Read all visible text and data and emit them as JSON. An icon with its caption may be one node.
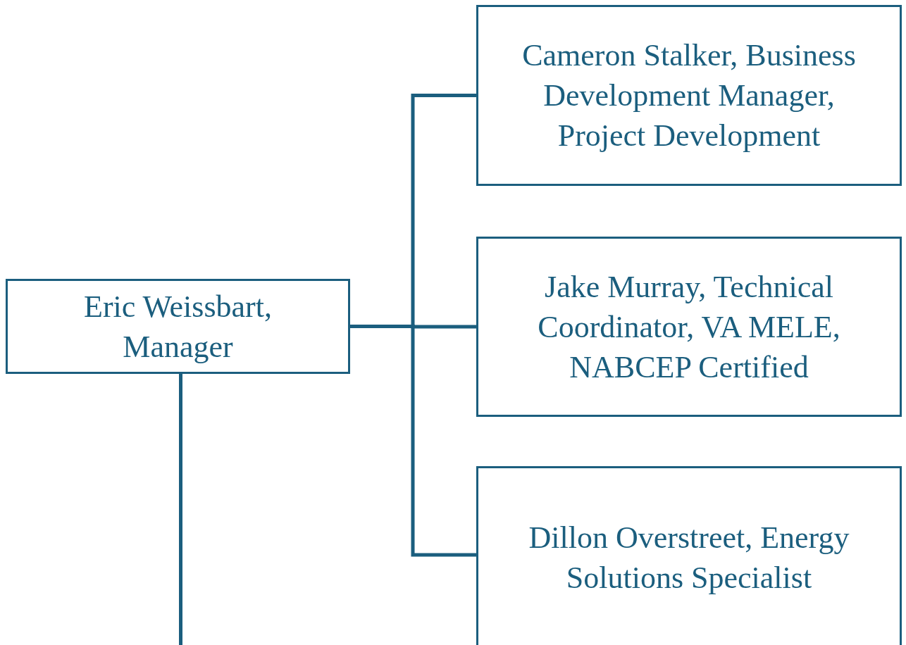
{
  "diagram": {
    "nodes": [
      {
        "text": [
          "Eric Weissbart, Manager"
        ]
      },
      {
        "text": [
          "Cameron Stalker, Business Development Manager, Project Development"
        ]
      },
      {
        "text": [
          "Jake Murray, Technical Coordinator, VA MELE, NABCEP Certified"
        ]
      },
      {
        "text": [
          "Dillon Overstreet, Energy Solutions Specialist"
        ]
      }
    ],
    "edges": [
      {
        "from": 0,
        "to": 1,
        "arrow": "none"
      },
      {
        "from": 0,
        "to": 2,
        "arrow": "none"
      },
      {
        "from": 0,
        "to": 3,
        "arrow": "none"
      },
      {
        "from": 0,
        "to": null,
        "arrow": "none"
      }
    ]
  }
}
